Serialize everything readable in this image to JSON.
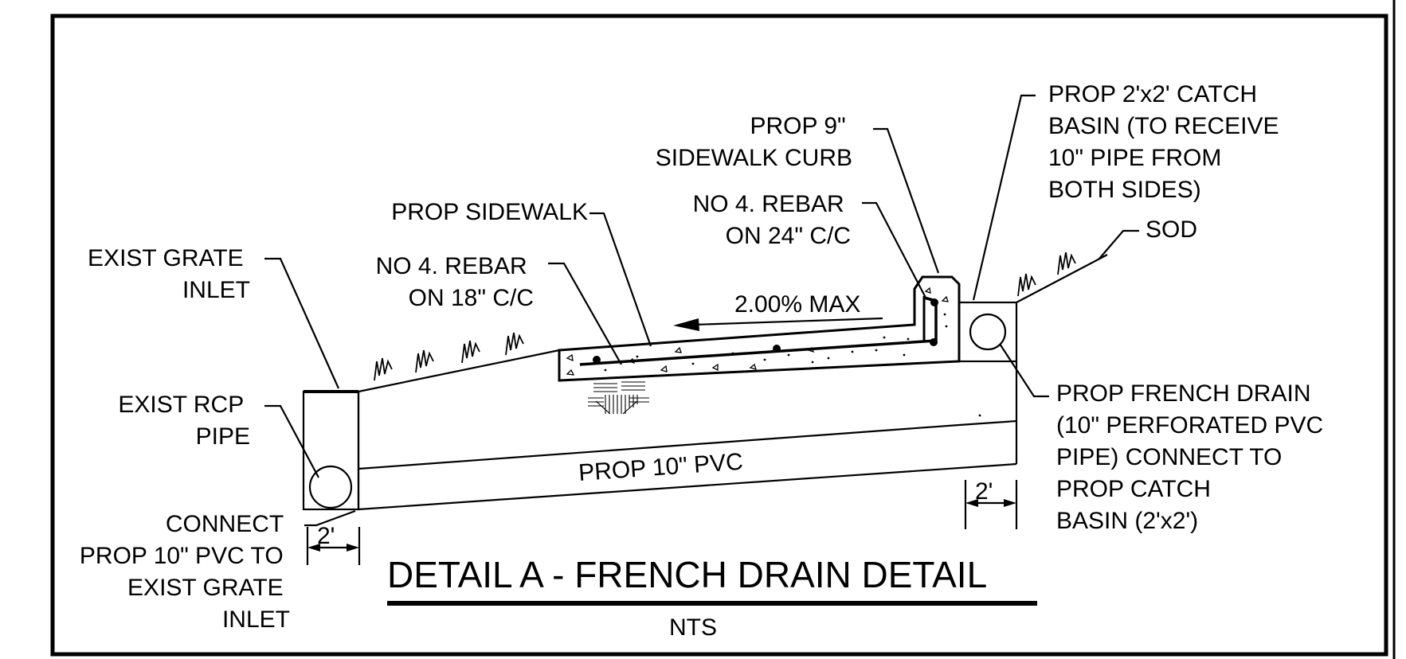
{
  "detail": {
    "title": "DETAIL A - FRENCH DRAIN DETAIL",
    "scale": "NTS"
  },
  "labels": {
    "exist_grate_inlet": [
      "EXIST GRATE",
      "INLET"
    ],
    "exist_rcp_pipe": [
      "EXIST RCP",
      "PIPE"
    ],
    "connect_pvc": [
      "CONNECT",
      "PROP 10\" PVC TO",
      "EXIST GRATE",
      "INLET"
    ],
    "rebar_18": [
      "NO 4. REBAR",
      "ON 18\" C/C"
    ],
    "prop_sidewalk": [
      "PROP SIDEWALK"
    ],
    "slope": "2.00% MAX",
    "sidewalk_curb": [
      "PROP 9\"",
      "SIDEWALK CURB"
    ],
    "rebar_24": [
      "NO 4. REBAR",
      "ON 24\" C/C"
    ],
    "catch_basin": [
      "PROP 2'x2' CATCH",
      "BASIN (TO RECEIVE",
      "10\" PIPE FROM",
      "BOTH SIDES)"
    ],
    "sod": [
      "SOD"
    ],
    "french_drain": [
      "PROP  FRENCH DRAIN",
      "(10\" PERFORATED PVC",
      "PIPE) CONNECT TO",
      "PROP CATCH",
      "BASIN (2'x2')"
    ],
    "pvc_pipe": "PROP 10\" PVC",
    "dim_left": "2'",
    "dim_right": "2'"
  },
  "icons": {
    "grass": "grass-tuft-icon",
    "rebar": "rebar-dot-icon",
    "pipe": "pipe-circle-icon"
  }
}
